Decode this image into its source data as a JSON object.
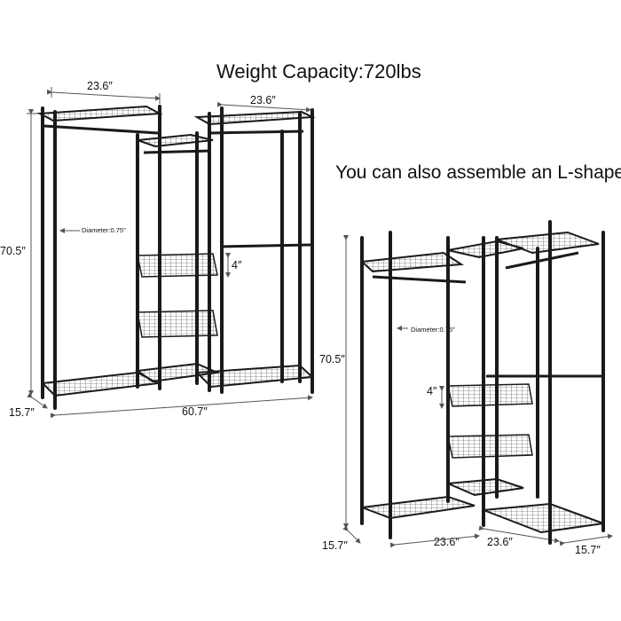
{
  "title": "Weight Capacity:720lbs",
  "subtitle": "You can also assemble an L-shape",
  "left_rack": {
    "width_a": "23.6″",
    "width_b": "23.6″",
    "height": "70.5″",
    "depth": "15.7″",
    "total_width": "60.7″",
    "basket_gap": "4″",
    "diameter": "Diameter:0.75″"
  },
  "right_rack": {
    "height": "70.5″",
    "basket_gap": "4″",
    "diameter": "Diameter:0.75″",
    "depth_left": "15.7″",
    "width_left": "23.6″",
    "width_right": "23.6″",
    "depth_right": "15.7″"
  },
  "colors": {
    "frame": "#1a1a1a",
    "dimension_line": "#555555",
    "text": "#111111"
  }
}
